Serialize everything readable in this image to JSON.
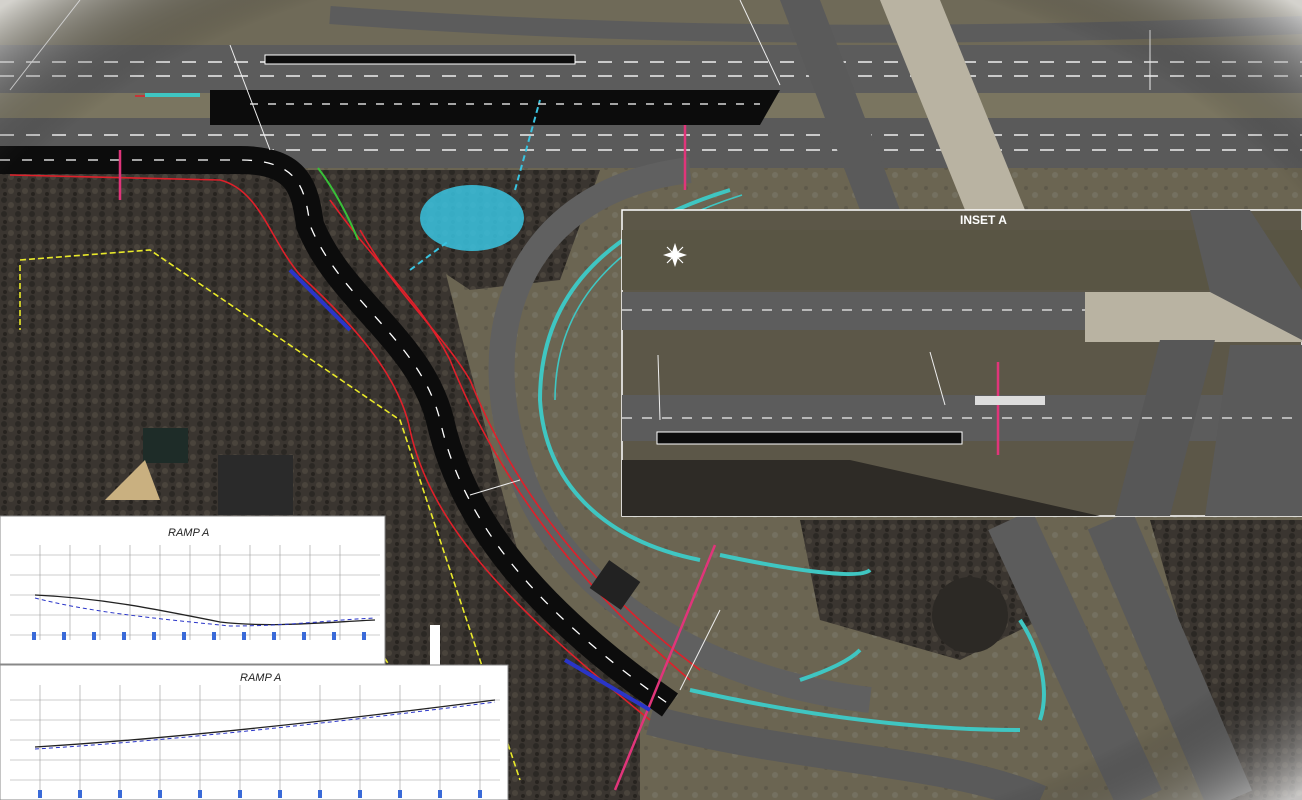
{
  "inset": {
    "title": "INSET A"
  },
  "profiles": [
    {
      "title": "RAMP A"
    },
    {
      "title": "RAMP A"
    }
  ],
  "colors": {
    "pavement": "#0c0c0c",
    "proposed_grading_red": "#e0202a",
    "ditch_cyan": "#3fc6c2",
    "row_yellow": "#e8e82a",
    "limits_magenta": "#e0357a",
    "erosion_blue": "#2a35c8",
    "pond_cyan": "#39c3e0",
    "green_line": "#38c038"
  }
}
